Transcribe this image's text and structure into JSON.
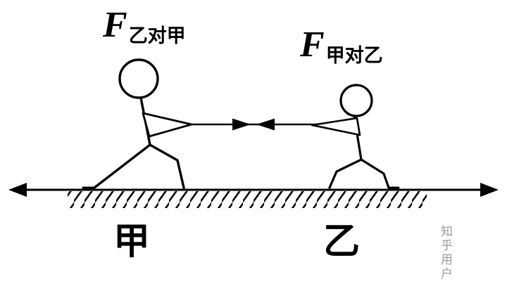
{
  "force_labels": {
    "on_jia": {
      "symbol": "F",
      "subscript": "乙对甲"
    },
    "on_yi": {
      "symbol": "F",
      "subscript": "甲对乙"
    }
  },
  "person_labels": {
    "left": "甲",
    "right": "乙"
  },
  "watermark": "知乎用户",
  "colors": {
    "ink": "#000000",
    "background": "#ffffff",
    "watermark": "#9c9c9c"
  }
}
